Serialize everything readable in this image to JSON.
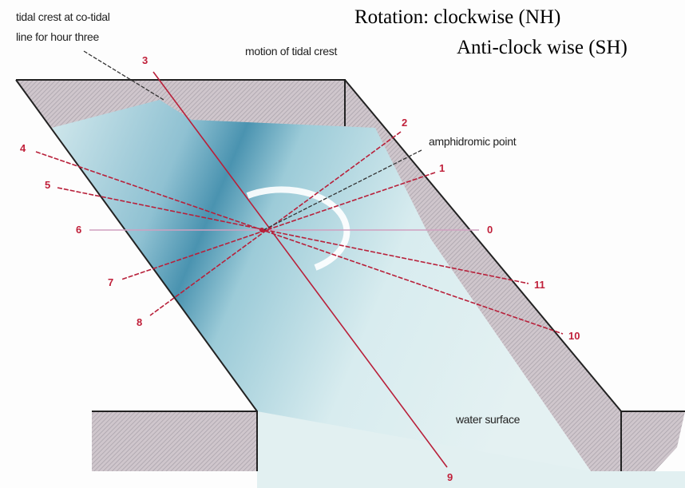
{
  "rotation": {
    "line1": "Rotation: clockwise (NH)",
    "line2": "Anti-clock wise (SH)"
  },
  "labels": {
    "tidal_crest": "tidal crest at co-tidal",
    "tidal_crest_2": "line for hour three",
    "motion": "motion of tidal crest",
    "amphidromic": "amphidromic point",
    "water_surface": "water surface"
  },
  "hours": [
    "0",
    "1",
    "2",
    "3",
    "4",
    "5",
    "6",
    "7",
    "8",
    "9",
    "10",
    "11"
  ],
  "colors": {
    "cotidal": "#b8203a",
    "water": "#cfe6ea",
    "crest": "#4a93b0"
  }
}
